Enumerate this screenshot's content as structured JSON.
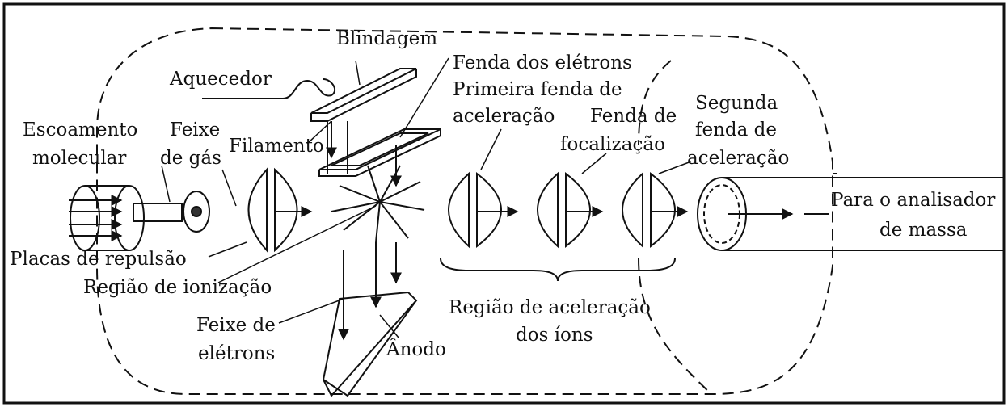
{
  "diagram": {
    "labels": {
      "blindagem": "Blindagem",
      "aquecedor": "Aquecedor",
      "fenda_eletrons": "Fenda dos elétrons",
      "primeira_fenda_1": "Primeira fenda de",
      "primeira_fenda_2": "aceleração",
      "escoamento_1": "Escoamento",
      "escoamento_2": "molecular",
      "feixe_gas_1": "Feixe",
      "feixe_gas_2": "de gás",
      "filamento": "Filamento",
      "fenda_focal_1": "Fenda de",
      "fenda_focal_2": "focalização",
      "segunda_fenda_1": "Segunda",
      "segunda_fenda_2": "fenda de",
      "segunda_fenda_3": "aceleração",
      "analisador_1": "Para o analisador",
      "analisador_2": "de massa",
      "placas_repulsao": "Placas de repulsão",
      "regiao_ionizacao": "Região de ionização",
      "regiao_aceleracao_1": "Região de aceleração",
      "regiao_aceleracao_2": "dos íons",
      "feixe_eletrons_1": "Feixe de",
      "feixe_eletrons_2": "elétrons",
      "anodo": "Ânodo"
    }
  }
}
